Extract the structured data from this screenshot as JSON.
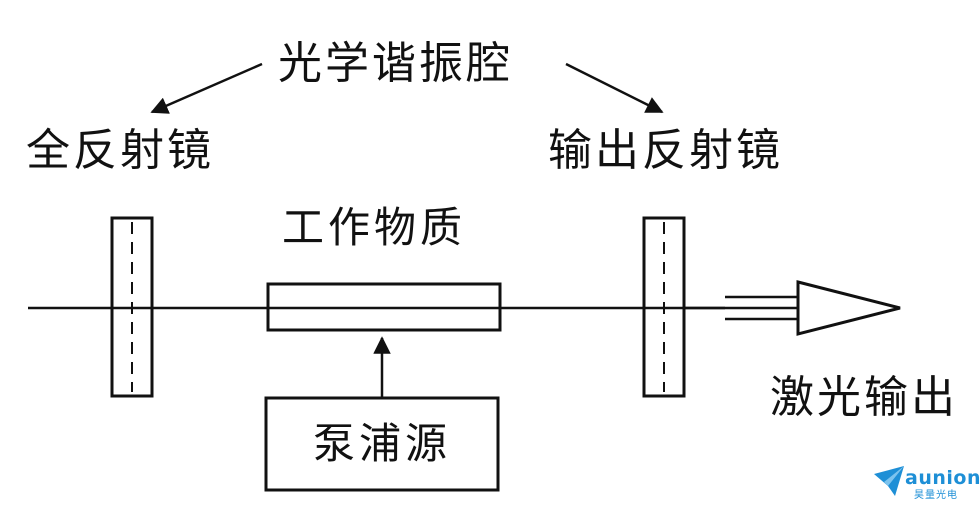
{
  "labels": {
    "cavity": "光学谐振腔",
    "full_mirror": "全反射镜",
    "output_mirror": "输出反射镜",
    "gain_medium": "工作物质",
    "pump_source": "泵浦源",
    "laser_output": "激光输出"
  },
  "logo": {
    "name": "aunion",
    "subtitle": "昊量光电",
    "color": "#1e8fd6"
  },
  "colors": {
    "line": "#111111",
    "background": "#ffffff"
  }
}
